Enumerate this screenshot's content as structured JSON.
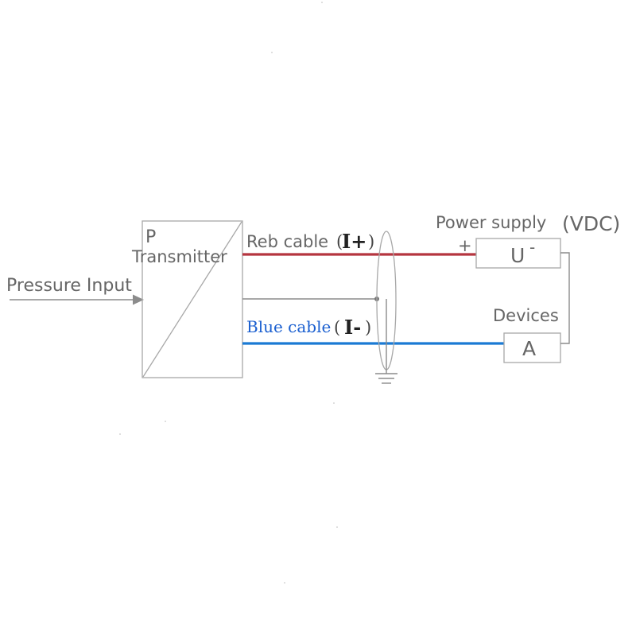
{
  "diagram": {
    "input_label": "Pressure Input",
    "transmitter": {
      "symbol": "P",
      "label": "Transmitter"
    },
    "red_cable": {
      "label": "Reb cable",
      "polarity_open": "(",
      "polarity": "I+",
      "polarity_close": ")",
      "color": "#b5353f"
    },
    "blue_cable": {
      "label": "Blue cable",
      "polarity_open": "(",
      "polarity": "I-",
      "polarity_close": ")",
      "color": "#1a7ad4",
      "label_color": "#1a5fd0"
    },
    "power_supply": {
      "label": "Power supply",
      "unit": "(VDC)",
      "plus_sign": "+",
      "symbol": "U",
      "symbol_sup": "-"
    },
    "devices": {
      "label": "Devices",
      "symbol": "A"
    },
    "colors": {
      "line": "#8c8c8c",
      "box": "#a8a8a8",
      "text": "#666666"
    }
  }
}
